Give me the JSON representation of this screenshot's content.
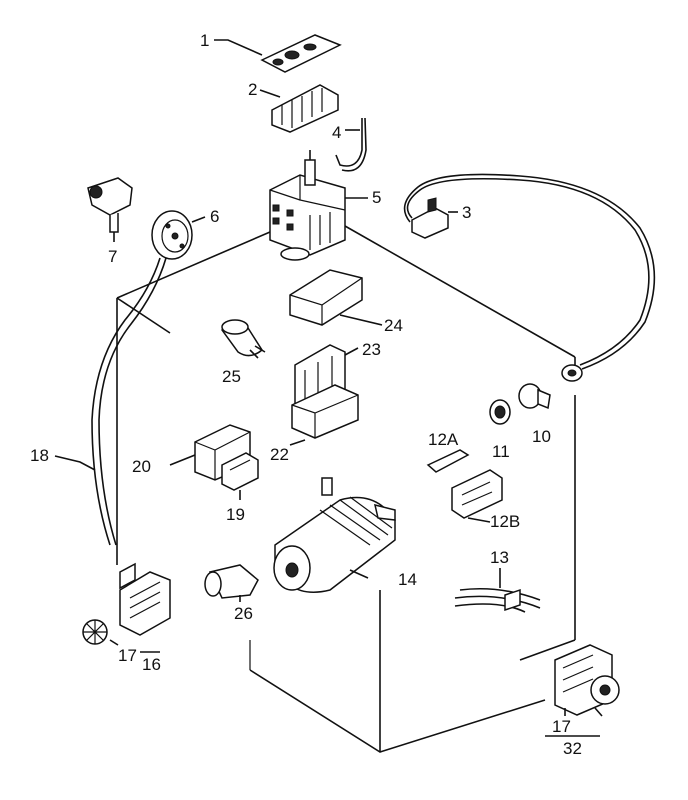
{
  "labels": {
    "p1": "1",
    "p2": "2",
    "p3": "3",
    "p4": "4",
    "p5": "5",
    "p6": "6",
    "p7": "7",
    "p10": "10",
    "p11": "11",
    "p12a": "12A",
    "p12b": "12B",
    "p13": "13",
    "p14": "14",
    "p16": "16",
    "p17a": "17",
    "p17b": "17",
    "p18": "18",
    "p19": "19",
    "p20": "20",
    "p22": "22",
    "p23": "23",
    "p24": "24",
    "p25": "25",
    "p26": "26",
    "p32": "32"
  }
}
